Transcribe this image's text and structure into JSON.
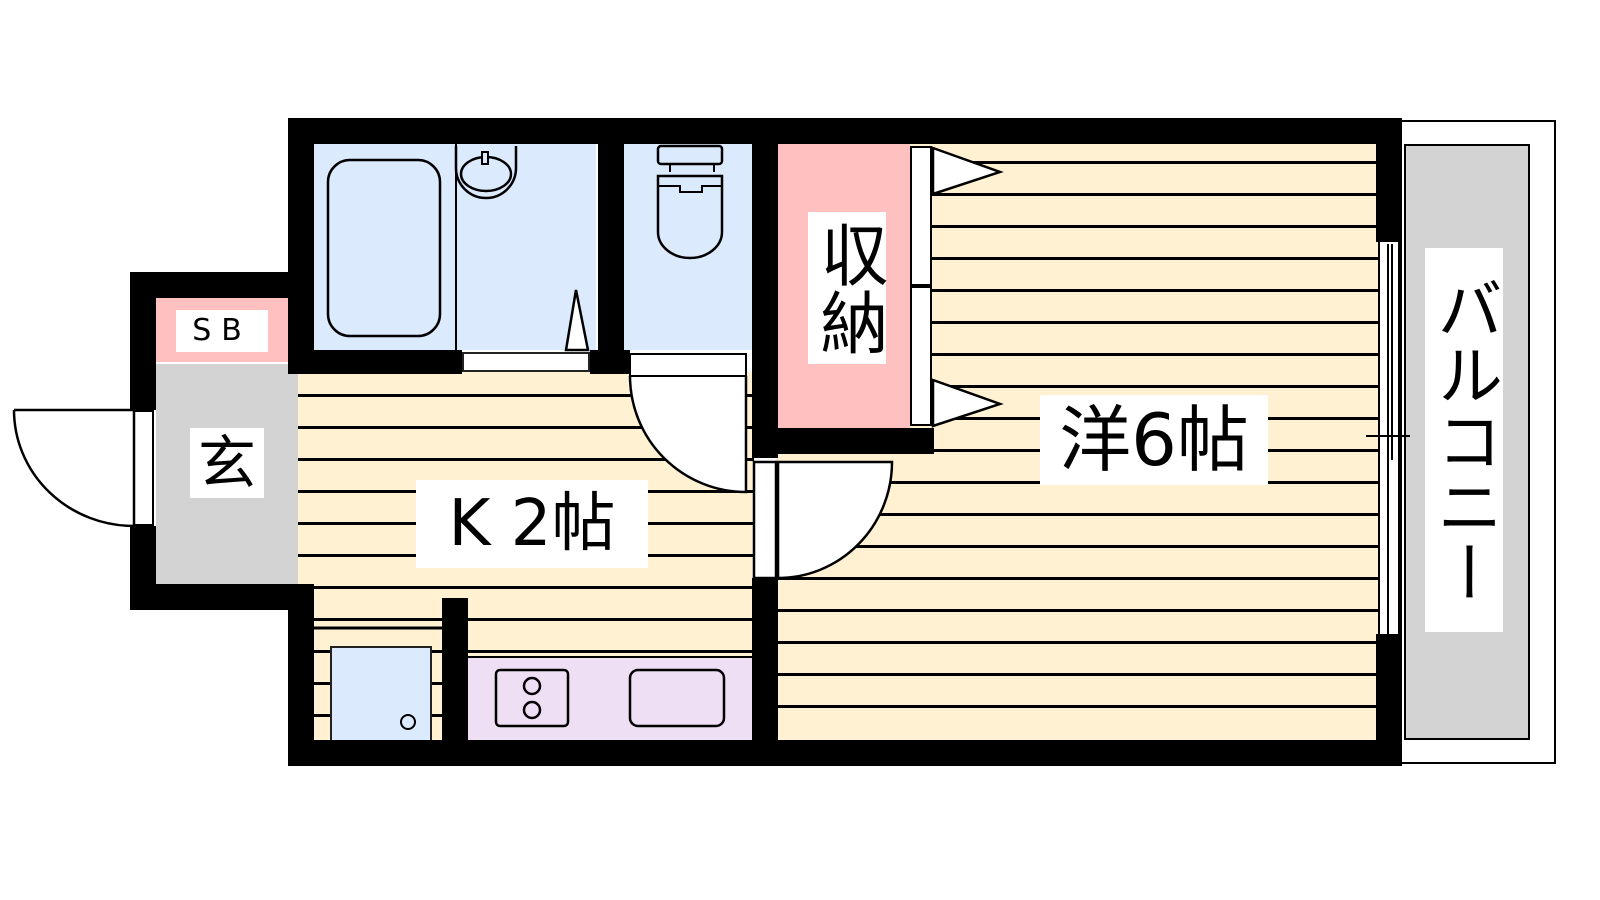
{
  "floorplan": {
    "rooms": {
      "western_room": {
        "label": "洋6帖",
        "type": "Western-style room",
        "size_jo": 6
      },
      "kitchen": {
        "label": "K 2帖",
        "type": "Kitchen",
        "size_jo": 2
      },
      "storage": {
        "label": "収納",
        "type": "Closet"
      },
      "entrance": {
        "label": "玄",
        "type": "Entrance"
      },
      "shoe_box": {
        "label": "SB",
        "type": "Shoe box"
      },
      "balcony": {
        "label": "バルコニー",
        "type": "Balcony"
      },
      "bathroom": {
        "type": "Unit bath with washbasin"
      },
      "toilet": {
        "type": "Toilet"
      }
    },
    "fixtures": [
      "bathtub",
      "washbasin",
      "toilet",
      "refrigerator-space",
      "two-burner-stove",
      "sink",
      "washing-machine-space"
    ],
    "colors": {
      "wall": "#000000",
      "floor": "#fff1d2",
      "wet_area": "#dbeafd",
      "storage": "#ffc0c0",
      "entrance": "#d3d3d3",
      "counter": "#eedff4",
      "balcony": "#d3d3d3"
    }
  }
}
